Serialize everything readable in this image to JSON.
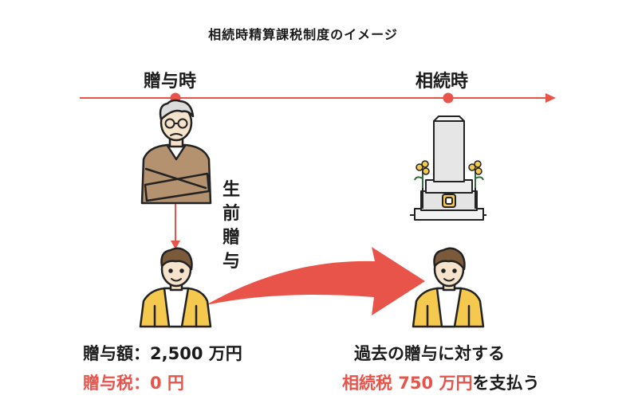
{
  "title": "相続時精算課税制度のイメージ",
  "timeline": {
    "gift_label": "贈与時",
    "inheritance_label": "相続時"
  },
  "vertical_label": [
    "生",
    "前",
    "贈",
    "与"
  ],
  "left_info": {
    "gift_amount": "贈与額：2,500 万円",
    "gift_tax": "贈与税：0 円"
  },
  "right_info": {
    "past_gift": "過去の贈与に対する",
    "inh_tax_red": "相続税 750 万円",
    "inh_tax_suffix": "を支払う"
  },
  "colors": {
    "accent": "#e8534a",
    "sweater": "#b49270",
    "jacket": "#f4c94e",
    "hair": "#7a5a3a",
    "skin": "#f6e3cc"
  },
  "icons": [
    "grandfather-illustration",
    "son-illustration",
    "grave-illustration",
    "flower-icon"
  ]
}
